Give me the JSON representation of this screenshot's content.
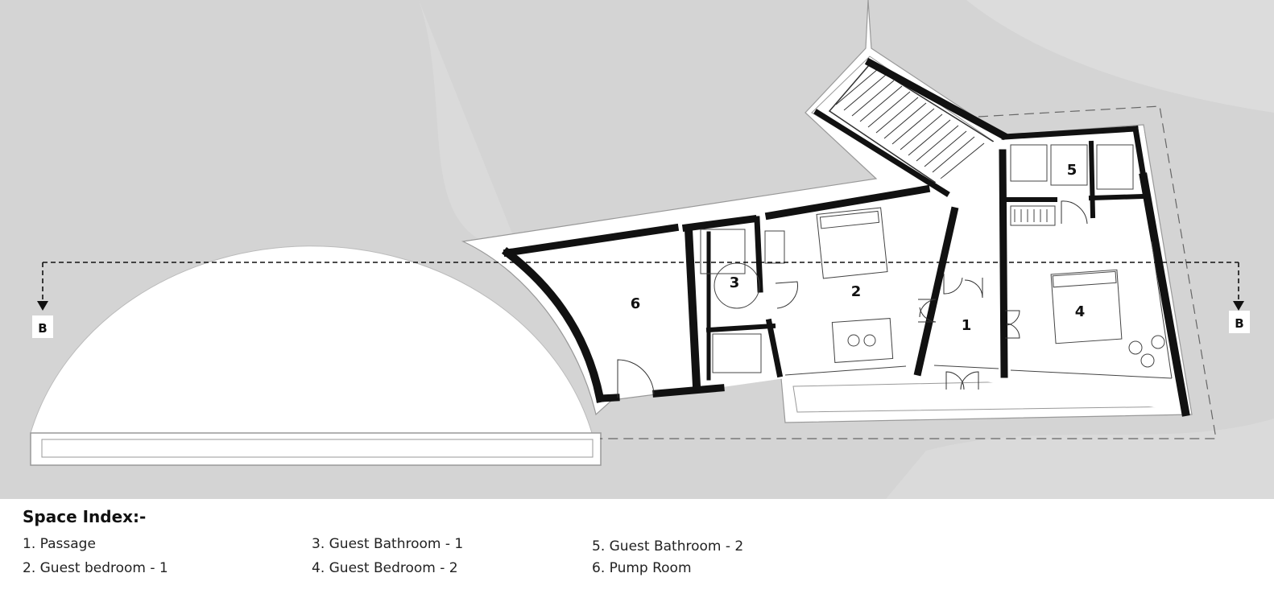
{
  "plan": {
    "section_label_left": "B",
    "section_label_right": "B",
    "rooms": [
      {
        "num": "1"
      },
      {
        "num": "2"
      },
      {
        "num": "3"
      },
      {
        "num": "4"
      },
      {
        "num": "5"
      },
      {
        "num": "6"
      }
    ],
    "colors": {
      "ground": "#d6d6d6",
      "wall": "#111111",
      "floor": "#ffffff",
      "line": "#555555"
    }
  },
  "legend": {
    "title": "Space Index:-",
    "items": [
      "1. Passage",
      "2. Guest bedroom - 1",
      "3. Guest Bathroom - 1",
      "4. Guest Bedroom - 2",
      "5. Guest Bathroom - 2",
      "6. Pump Room"
    ]
  }
}
